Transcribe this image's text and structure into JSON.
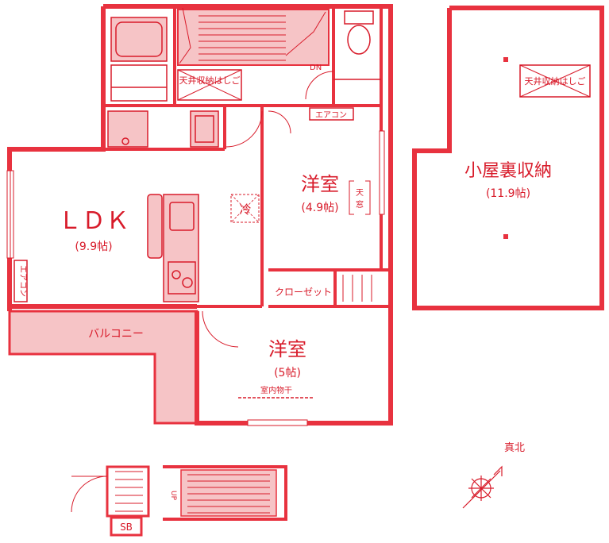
{
  "rooms": {
    "ldk": {
      "name": "ＬＤＫ",
      "size": "(9.9帖)"
    },
    "bedroom1": {
      "name": "洋室",
      "size": "(4.9帖)"
    },
    "bedroom2": {
      "name": "洋室",
      "size": "(5帖)"
    },
    "attic": {
      "name": "小屋裏収納",
      "size": "(11.9帖)"
    }
  },
  "labels": {
    "balcony": "バルコニー",
    "closet": "クローゼット",
    "ceiling_ladder_1": "天井収納はしご",
    "ceiling_ladder_2": "天井収納はしご",
    "aircon_1": "エアコン",
    "aircon_2": "エアコン",
    "fridge": "冷",
    "skylight_1": "天",
    "skylight_2": "窓",
    "dn": "DN",
    "up": "UP",
    "indoor_drying": "室内物干",
    "sb": "SB",
    "north": "真北"
  },
  "colors": {
    "wall": "#e8323f",
    "line": "#d81b2a",
    "fill": "#f6c4c6"
  }
}
